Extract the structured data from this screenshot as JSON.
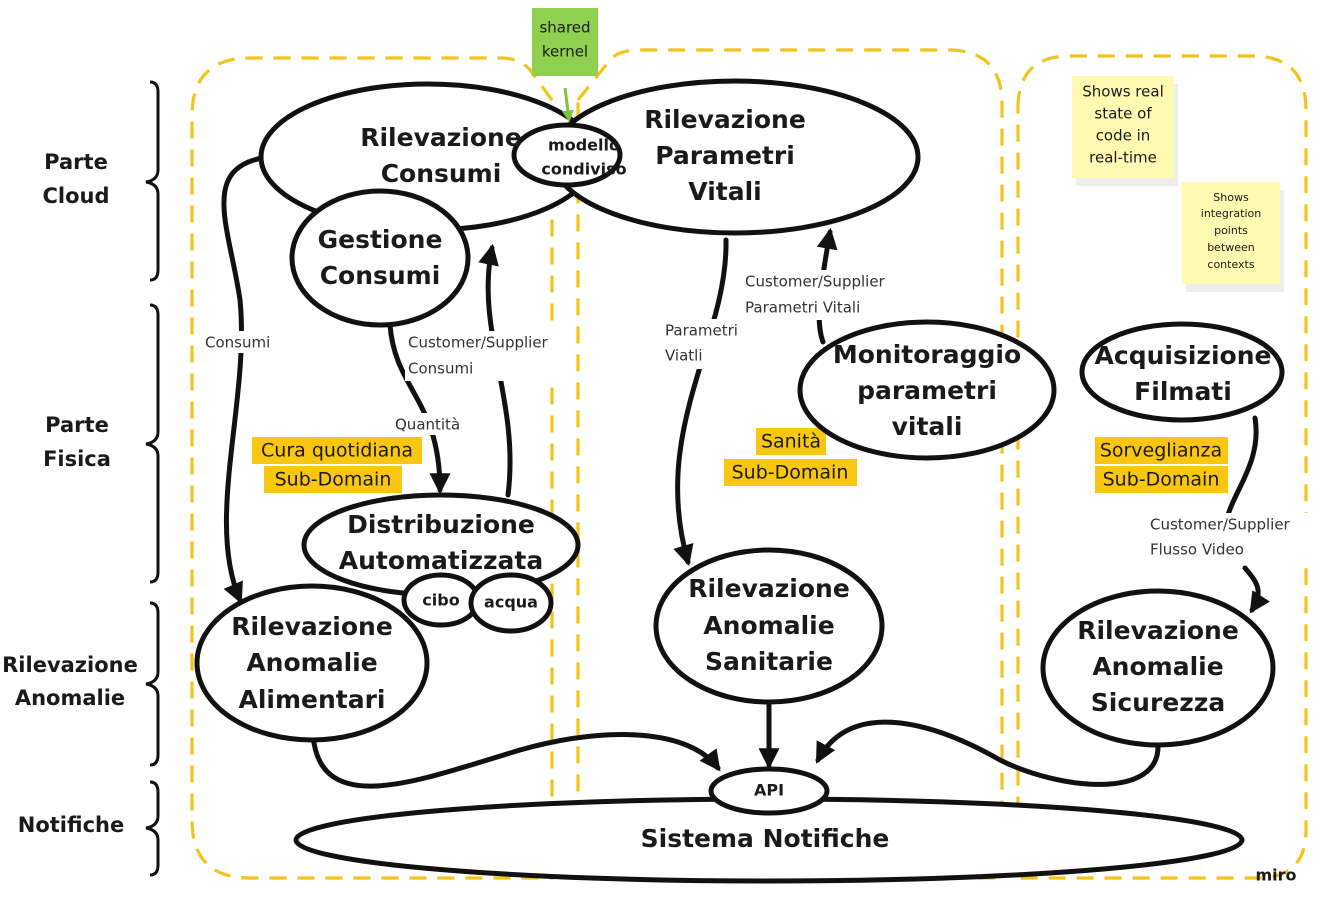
{
  "colors": {
    "dashed_border": "#f0c419",
    "highlight": "#fac710",
    "sticky_green": "#8fd14f",
    "sticky_yellow": "#fff9b1"
  },
  "layers": {
    "cloud": [
      "Parte",
      "Cloud"
    ],
    "fisica": [
      "Parte",
      "Fisica"
    ],
    "anomalie": [
      "Rilevazione",
      "Anomalie"
    ],
    "notifiche": "Notifiche"
  },
  "nodes": {
    "rilevazione_consumi": [
      "Rilevazione",
      "Consumi"
    ],
    "modello_condiviso": [
      "modello",
      "condiviso"
    ],
    "rilevazione_parametri": [
      "Rilevazione",
      "Parametri",
      "Vitali"
    ],
    "gestione_consumi": [
      "Gestione",
      "Consumi"
    ],
    "monitoraggio": [
      "Monitoraggio",
      "parametri",
      "vitali"
    ],
    "acquisizione": [
      "Acquisizione",
      "Filmati"
    ],
    "distribuzione": [
      "Distribuzione",
      "Automatizzata"
    ],
    "cibo": "cibo",
    "acqua": "acqua",
    "anomalie_alimentari": [
      "Rilevazione",
      "Anomalie",
      "Alimentari"
    ],
    "anomalie_sanitarie": [
      "Rilevazione",
      "Anomalie",
      "Sanitarie"
    ],
    "anomalie_sicurezza": [
      "Rilevazione",
      "Anomalie",
      "Sicurezza"
    ],
    "api": "API",
    "sistema_notifiche": "Sistema Notifiche"
  },
  "edge_labels": {
    "consumi": "Consumi",
    "cs_consumi": [
      "Customer/Supplier",
      "Consumi"
    ],
    "quantita": "Quantità",
    "parametri_viatli": [
      "Parametri",
      "Viatli"
    ],
    "cs_parametri": [
      "Customer/Supplier",
      "Parametri Vitali"
    ],
    "cs_flusso": [
      "Customer/Supplier",
      "Flusso Video"
    ]
  },
  "subdomains": {
    "cura": [
      "Cura quotidiana",
      "Sub-Domain"
    ],
    "sanita": [
      "Sanità",
      "Sub-Domain"
    ],
    "sorveglianza": [
      "Sorveglianza",
      "Sub-Domain"
    ]
  },
  "stickies": {
    "shared_kernel": [
      "shared",
      "kernel"
    ],
    "real_state": [
      "Shows real",
      "state of",
      "code in",
      "real-time"
    ],
    "integration": [
      "Shows",
      "integration",
      "points",
      "between",
      "contexts"
    ]
  },
  "watermark": "miro"
}
